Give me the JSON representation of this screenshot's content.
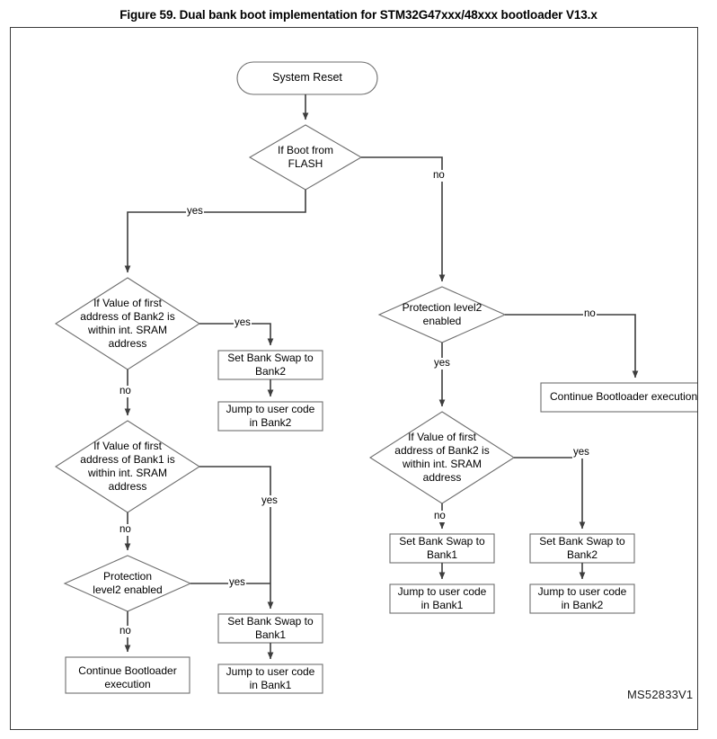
{
  "figure": {
    "title": "Figure 59. Dual bank boot implementation for STM32G47xxx/48xxx bootloader V13.x",
    "watermark_id": "MS52833V1",
    "frame_color": "#3a3a3a",
    "line_color": "#3d3d3d",
    "node_border_color": "#6e6e6e",
    "text_color": "#000000"
  },
  "chart_data": {
    "type": "diagram",
    "title": "Dual bank boot implementation for STM32G47xxx/48xxx bootloader V13.x",
    "nodes": [
      {
        "id": "start",
        "shape": "terminator",
        "text": "System Reset"
      },
      {
        "id": "d_flash",
        "shape": "decision",
        "text": "If Boot from FLASH"
      },
      {
        "id": "l_d_bank2",
        "shape": "decision",
        "text": "If Value of first address of Bank2 is within int. SRAM address"
      },
      {
        "id": "l_swap_bank2",
        "shape": "process",
        "text": "Set Bank Swap to Bank2"
      },
      {
        "id": "l_jump_bank2",
        "shape": "process",
        "text": "Jump to user code in Bank2"
      },
      {
        "id": "l_d_bank1",
        "shape": "decision",
        "text": "If Value of first address of Bank1 is within int. SRAM address"
      },
      {
        "id": "l_d_prot",
        "shape": "decision",
        "text": "Protection level2 enabled"
      },
      {
        "id": "l_continue",
        "shape": "process",
        "text": "Continue Bootloader execution"
      },
      {
        "id": "l_swap_bank1",
        "shape": "process",
        "text": "Set Bank Swap to Bank1"
      },
      {
        "id": "l_jump_bank1",
        "shape": "process",
        "text": "Jump to user code in Bank1"
      },
      {
        "id": "r_d_prot",
        "shape": "decision",
        "text": "Protection level2 enabled"
      },
      {
        "id": "r_continue",
        "shape": "process",
        "text": "Continue Bootloader execution"
      },
      {
        "id": "r_d_bank2",
        "shape": "decision",
        "text": "If Value of first address of Bank2 is within int. SRAM address"
      },
      {
        "id": "r_swap_bank1",
        "shape": "process",
        "text": "Set Bank Swap to Bank1"
      },
      {
        "id": "r_jump_bank1",
        "shape": "process",
        "text": "Jump to user code in Bank1"
      },
      {
        "id": "r_swap_bank2",
        "shape": "process",
        "text": "Set Bank Swap to Bank2"
      },
      {
        "id": "r_jump_bank2",
        "shape": "process",
        "text": "Jump to user code in Bank2"
      }
    ],
    "edges": [
      {
        "from": "start",
        "to": "d_flash",
        "label": ""
      },
      {
        "from": "d_flash",
        "to": "l_d_bank2",
        "label": "yes"
      },
      {
        "from": "d_flash",
        "to": "r_d_prot",
        "label": "no"
      },
      {
        "from": "l_d_bank2",
        "to": "l_swap_bank2",
        "label": "yes"
      },
      {
        "from": "l_swap_bank2",
        "to": "l_jump_bank2",
        "label": ""
      },
      {
        "from": "l_d_bank2",
        "to": "l_d_bank1",
        "label": "no"
      },
      {
        "from": "l_d_bank1",
        "to": "l_swap_bank1",
        "label": "yes"
      },
      {
        "from": "l_d_bank1",
        "to": "l_d_prot",
        "label": "no"
      },
      {
        "from": "l_d_prot",
        "to": "l_swap_bank1",
        "label": "yes"
      },
      {
        "from": "l_d_prot",
        "to": "l_continue",
        "label": "no"
      },
      {
        "from": "l_swap_bank1",
        "to": "l_jump_bank1",
        "label": ""
      },
      {
        "from": "r_d_prot",
        "to": "r_continue",
        "label": "no"
      },
      {
        "from": "r_d_prot",
        "to": "r_d_bank2",
        "label": "yes"
      },
      {
        "from": "r_d_bank2",
        "to": "r_swap_bank1",
        "label": "no"
      },
      {
        "from": "r_d_bank2",
        "to": "r_swap_bank2",
        "label": "yes"
      },
      {
        "from": "r_swap_bank1",
        "to": "r_jump_bank1",
        "label": ""
      },
      {
        "from": "r_swap_bank2",
        "to": "r_jump_bank2",
        "label": ""
      }
    ]
  },
  "labels": {
    "start": "System Reset",
    "d_flash_l1": "If Boot from",
    "d_flash_l2": "FLASH",
    "l_d_bank2_l1": "If Value of first",
    "l_d_bank2_l2": "address of Bank2 is",
    "l_d_bank2_l3": "within int. SRAM",
    "l_d_bank2_l4": "address",
    "l_swap_bank2_l1": "Set Bank Swap to",
    "l_swap_bank2_l2": "Bank2",
    "l_jump_bank2_l1": "Jump to user code",
    "l_jump_bank2_l2": "in Bank2",
    "l_d_bank1_l1": "If Value of first",
    "l_d_bank1_l2": "address of Bank1 is",
    "l_d_bank1_l3": "within int. SRAM",
    "l_d_bank1_l4": "address",
    "l_d_prot_l1": "Protection",
    "l_d_prot_l2": "level2 enabled",
    "l_continue_l1": "Continue Bootloader",
    "l_continue_l2": "execution",
    "l_swap_bank1_l1": "Set Bank Swap to",
    "l_swap_bank1_l2": "Bank1",
    "l_jump_bank1_l1": "Jump to user code",
    "l_jump_bank1_l2": "in Bank1",
    "r_d_prot_l1": "Protection level2",
    "r_d_prot_l2": "enabled",
    "r_continue_l1": "Continue Bootloader execution",
    "r_d_bank2_l1": "If Value of first",
    "r_d_bank2_l2": "address of Bank2 is",
    "r_d_bank2_l3": "within int. SRAM",
    "r_d_bank2_l4": "address",
    "r_swap_bank1_l1": "Set Bank Swap to",
    "r_swap_bank1_l2": "Bank1",
    "r_jump_bank1_l1": "Jump to user code",
    "r_jump_bank1_l2": "in Bank1",
    "r_swap_bank2_l1": "Set Bank Swap to",
    "r_swap_bank2_l2": "Bank2",
    "r_jump_bank2_l1": "Jump to user code",
    "r_jump_bank2_l2": "in Bank2"
  },
  "edge_labels": {
    "flash_yes": "yes",
    "flash_no": "no",
    "l_bank2_yes": "yes",
    "l_bank2_no": "no",
    "l_bank1_yes": "yes",
    "l_bank1_no": "no",
    "l_prot_yes": "yes",
    "l_prot_no": "no",
    "r_prot_no": "no",
    "r_prot_yes": "yes",
    "r_bank2_no": "no",
    "r_bank2_yes": "yes"
  }
}
